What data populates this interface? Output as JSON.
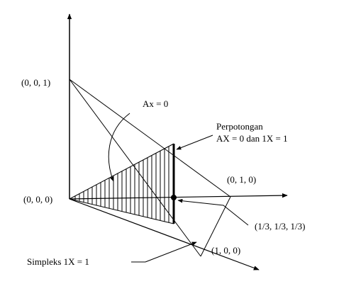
{
  "labels": {
    "point_001": "(0, 0, 1)",
    "point_000": "(0, 0, 0)",
    "point_010": "(0, 1, 0)",
    "point_100": "(1, 0, 0)",
    "centroid": "(1/3, 1/3, 1/3)",
    "plane_ax0": "Ax = 0",
    "intersection_line1": "Perpotongan",
    "intersection_line2": "AX = 0 dan 1X = 1",
    "simplex": "Simpleks 1X = 1"
  },
  "colors": {
    "ink": "#000000",
    "background": "#ffffff"
  }
}
